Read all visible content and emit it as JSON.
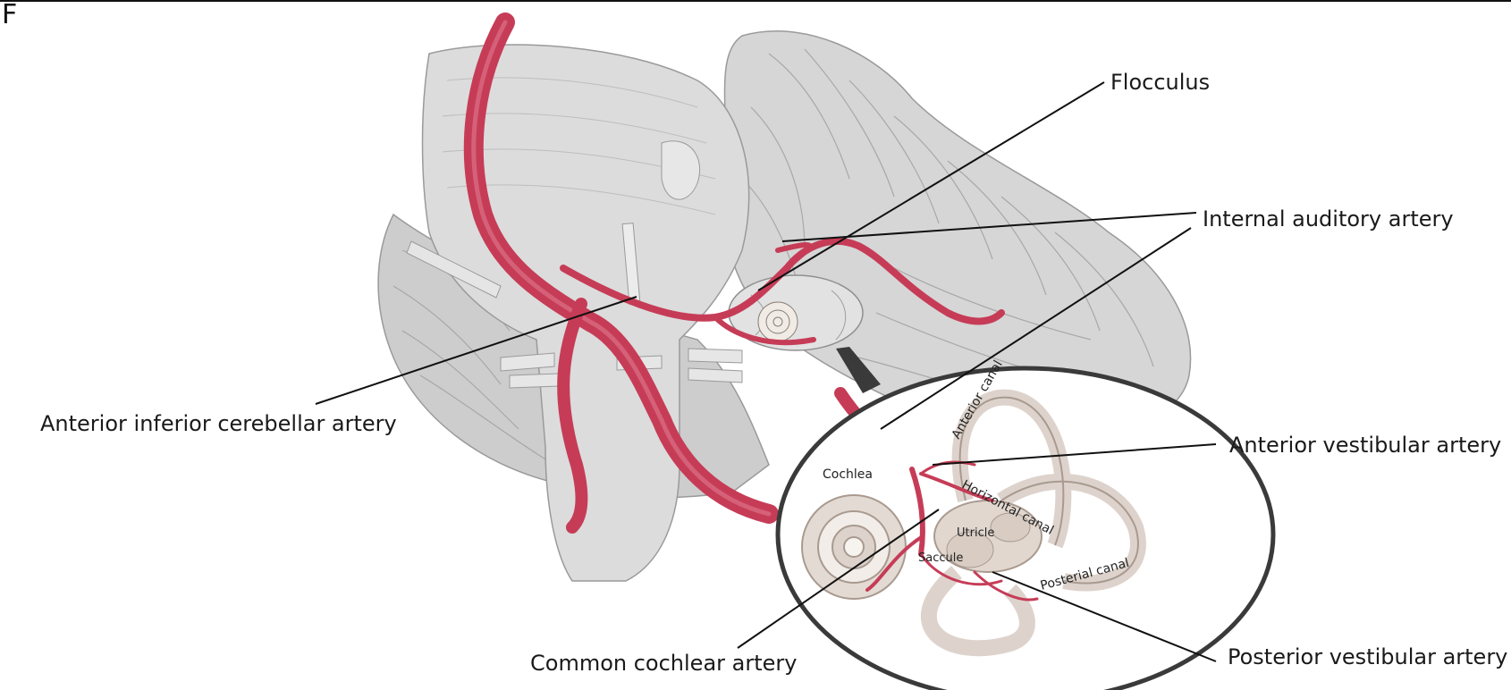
{
  "panel": {
    "letter": "F"
  },
  "colors": {
    "artery": "#c63c57",
    "artery_highlight": "#e07a8e",
    "brain": "#d4d4d4",
    "brain_dark": "#a9a9a9",
    "labyrinth": "#ddd3cc",
    "labyrinth_edge": "#a99a90",
    "inset_ring": "#3a3a3a"
  },
  "labels": {
    "flocculus": "Flocculus",
    "internal_auditory_artery": "Internal auditory artery",
    "anterior_inferior_cerebellar_artery": "Anterior inferior cerebellar artery",
    "anterior_vestibular_artery": "Anterior vestibular artery",
    "common_cochlear_artery": "Common cochlear artery",
    "posterior_vestibular_artery": "Posterior vestibular artery"
  },
  "inset_labels": {
    "anterior_canal": "Anterior canal",
    "cochlea": "Cochlea",
    "horizontal_canal": "Horizontal canal",
    "utricle": "Utricle",
    "saccule": "Saccule",
    "posterial_canal": "Posterial canal"
  }
}
